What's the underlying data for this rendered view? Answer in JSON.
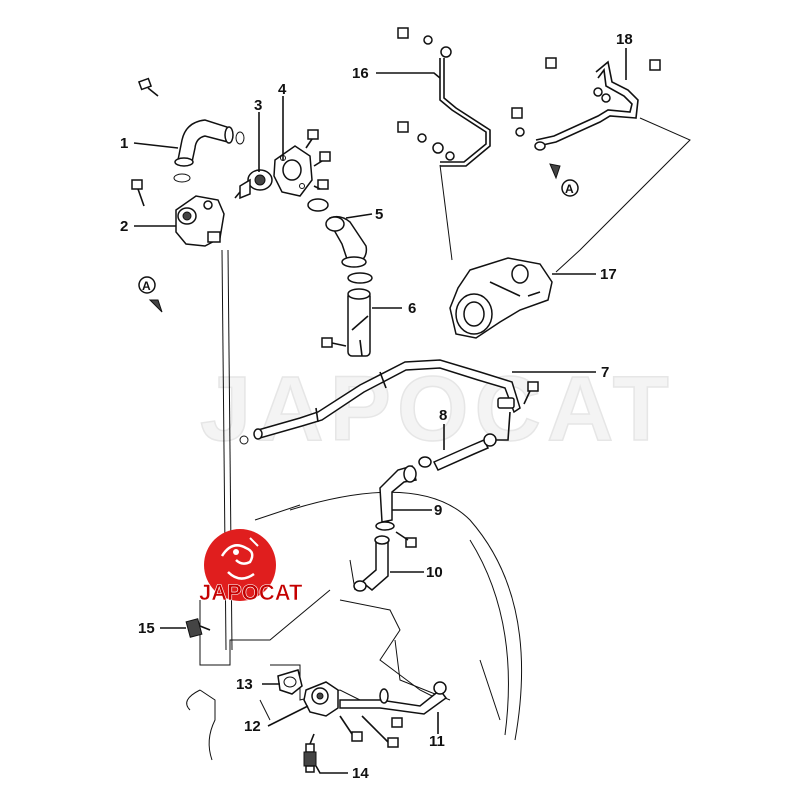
{
  "watermark": "JAPOCAT",
  "logo": {
    "text": "JAPOCAT",
    "color": "#e01e1e"
  },
  "callouts": [
    "1",
    "2",
    "3",
    "4",
    "5",
    "6",
    "7",
    "8",
    "9",
    "10",
    "11",
    "12",
    "13",
    "14",
    "15",
    "16",
    "17",
    "18"
  ],
  "reference_marks": [
    "A",
    "A"
  ]
}
